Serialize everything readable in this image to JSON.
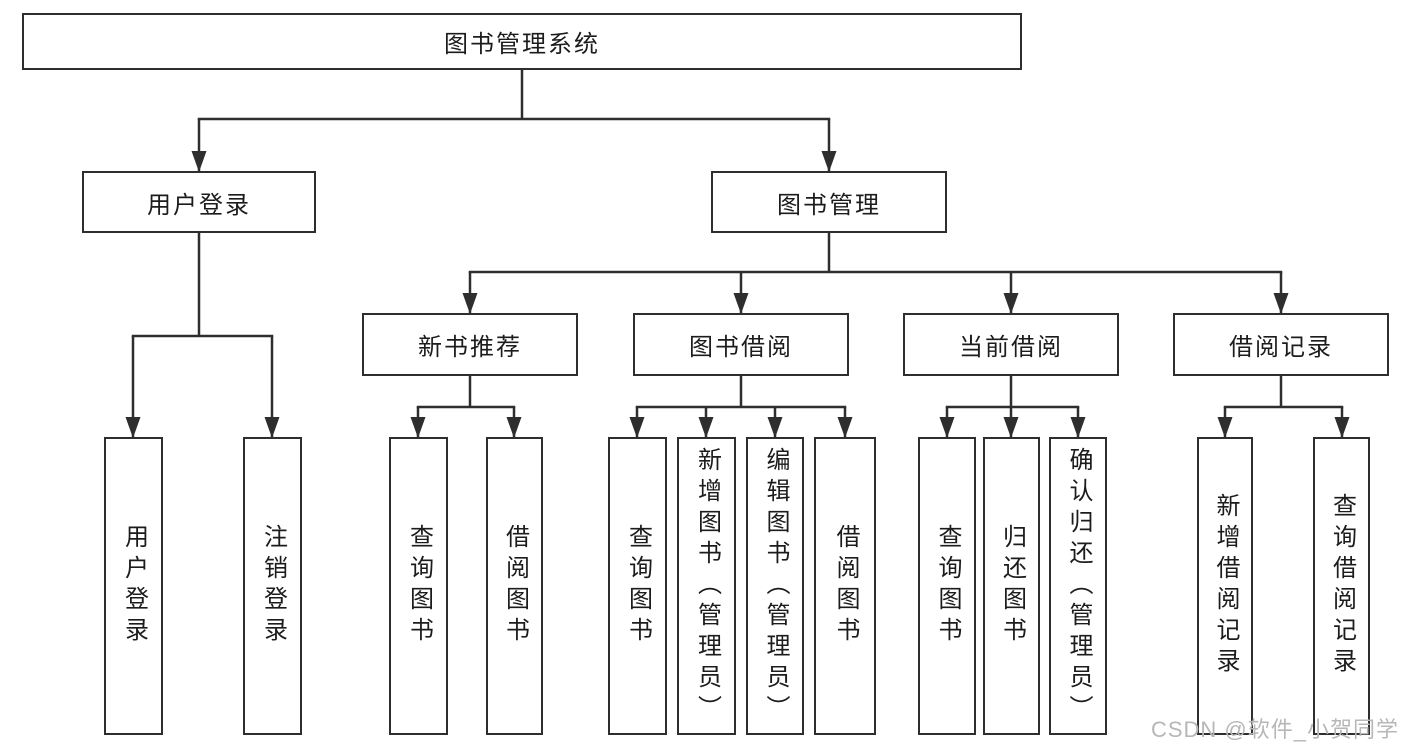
{
  "diagram": {
    "title": "图书管理系统",
    "root": {
      "label": "图书管理系统"
    },
    "branches": [
      {
        "label": "用户登录",
        "children": [
          {
            "label": "用户登录"
          },
          {
            "label": "注销登录"
          }
        ]
      },
      {
        "label": "图书管理",
        "children": [
          {
            "label": "新书推荐",
            "children": [
              {
                "label": "查询图书"
              },
              {
                "label": "借阅图书"
              }
            ]
          },
          {
            "label": "图书借阅",
            "children": [
              {
                "label": "查询图书"
              },
              {
                "label": "新增图书（管理员）"
              },
              {
                "label": "编辑图书（管理员）"
              },
              {
                "label": "借阅图书"
              }
            ]
          },
          {
            "label": "当前借阅",
            "children": [
              {
                "label": "查询图书"
              },
              {
                "label": "归还图书"
              },
              {
                "label": "确认归还（管理员）"
              }
            ]
          },
          {
            "label": "借阅记录",
            "children": [
              {
                "label": "新增借阅记录"
              },
              {
                "label": "查询借阅记录"
              }
            ]
          }
        ]
      }
    ]
  },
  "colors": {
    "line": "#2e2e2e",
    "box_border": "#2e2e2e",
    "text": "#1c1c1c",
    "background": "#ffffff",
    "watermark": "#b7b7b7"
  },
  "watermark": {
    "text": "CSDN @软件_小贺同学"
  }
}
